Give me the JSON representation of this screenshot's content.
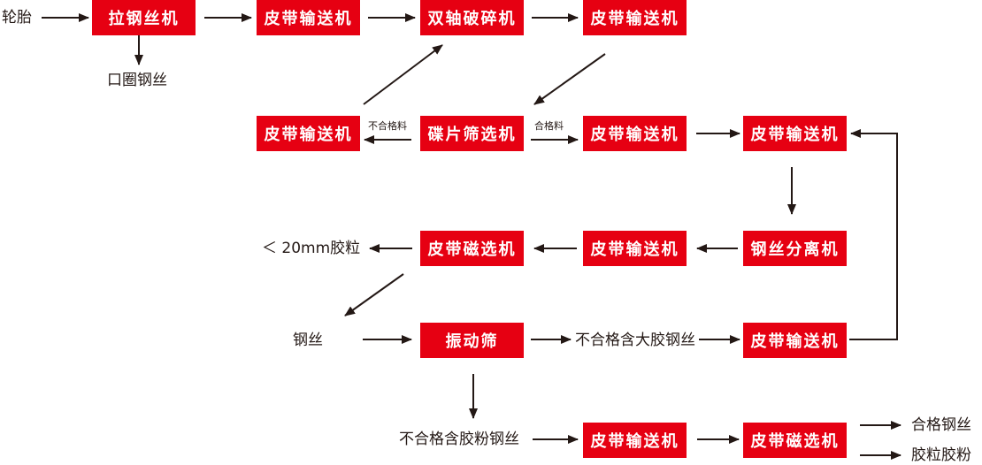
{
  "colors": {
    "box_fill": "#e60012",
    "box_text": "#ffffff",
    "arrow": "#231815",
    "text": "#231815"
  },
  "inputs": {
    "tire": "轮胎"
  },
  "nodes": {
    "bead_wire_puller": "拉钢丝机",
    "belt_conveyor_1": "皮带输送机",
    "double_shaft_shredder": "双轴破碎机",
    "belt_conveyor_2": "皮带输送机",
    "belt_conveyor_return": "皮带输送机",
    "disc_screen": "碟片筛选机",
    "belt_conveyor_3": "皮带输送机",
    "belt_conveyor_4": "皮带输送机",
    "belt_magnetic_separator_1": "皮带磁选机",
    "belt_conveyor_5": "皮带输送机",
    "steel_wire_separator": "钢丝分离机",
    "vibrating_screen": "振动筛",
    "belt_conveyor_6": "皮带输送机",
    "belt_conveyor_7": "皮带输送机",
    "belt_magnetic_separator_2": "皮带磁选机"
  },
  "labels": {
    "bead_wire": "口圈钢丝",
    "unqualified": "不合格料",
    "qualified": "合格料",
    "rubber_granules_20mm": "＜ 20mm胶粒",
    "steel_wire": "钢丝",
    "unqualified_large_rubber_wire": "不合格含大胶钢丝",
    "unqualified_rubber_powder_wire": "不合格含胶粉钢丝",
    "qualified_steel_wire": "合格钢丝",
    "rubber_granules_powder": "胶粒胶粉"
  }
}
